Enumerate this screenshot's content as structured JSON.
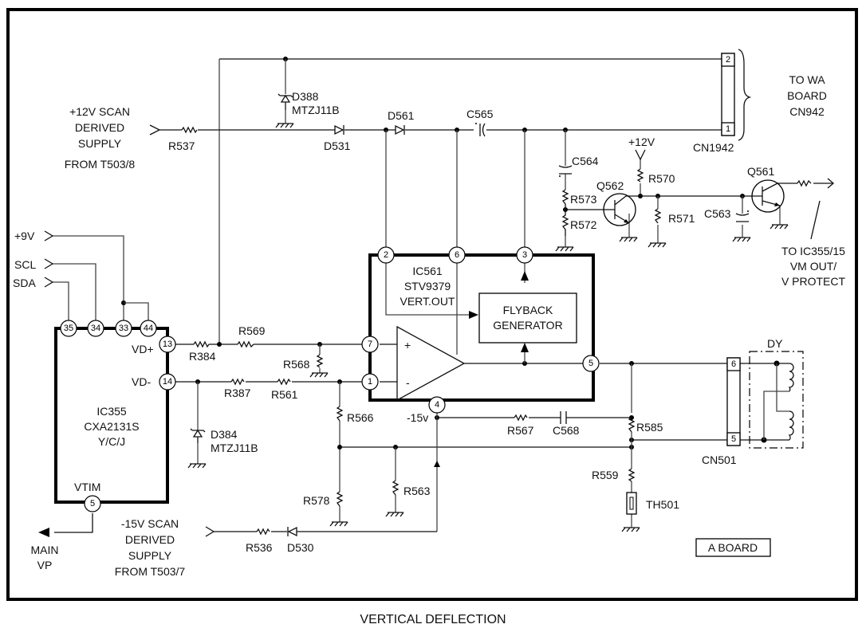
{
  "title": "VERTICAL DEFLECTION",
  "board_label": "A BOARD",
  "inputs": {
    "plus12v_scan": [
      "+12V SCAN",
      "DERIVED",
      "SUPPLY",
      "FROM T503/8"
    ],
    "minus15v_scan": [
      "-15V SCAN",
      "DERIVED",
      "SUPPLY",
      "FROM T503/7"
    ],
    "plus9v": "+9V",
    "scl": "SCL",
    "sda": "SDA",
    "plus12v": "+12V",
    "minus15v_node": "-15v"
  },
  "outputs": {
    "to_wa_board": [
      "TO WA",
      "BOARD",
      "CN942"
    ],
    "to_ic355": [
      "TO IC355/15",
      "VM OUT/",
      "V PROTECT"
    ],
    "main_vp": [
      "MAIN",
      "VP"
    ]
  },
  "ic355": {
    "name": [
      "IC355",
      "CXA2131S",
      "Y/C/J"
    ],
    "pins": {
      "p35": "35",
      "p34": "34",
      "p33": "33",
      "p44": "44",
      "p13": "13",
      "p14": "14",
      "p5": "5"
    },
    "vdplus": "VD+",
    "vdminus": "VD-",
    "vtim": "VTIM"
  },
  "ic561": {
    "name": [
      "IC561",
      "STV9379",
      "VERT.OUT"
    ],
    "pins": {
      "p2": "2",
      "p6": "6",
      "p3": "3",
      "p7": "7",
      "p1": "1",
      "p4": "4",
      "p5": "5"
    },
    "plus": "+",
    "minus": "-",
    "flyback": [
      "FLYBACK",
      "GENERATOR"
    ]
  },
  "connectors": {
    "cn1942": {
      "name": "CN1942",
      "pins": [
        "2",
        "1"
      ]
    },
    "cn501": {
      "name": "CN501",
      "pins": [
        "6",
        "5"
      ]
    },
    "dy": "DY"
  },
  "components": {
    "R537": "R537",
    "D531": "D531",
    "D388": "D388",
    "D388_type": "MTZJ11B",
    "D561": "D561",
    "C565": "C565",
    "C564": "C564",
    "R570": "R570",
    "R573": "R573",
    "R572": "R572",
    "Q562": "Q562",
    "R571": "R571",
    "C563": "C563",
    "Q561": "Q561",
    "R384": "R384",
    "R569": "R569",
    "R568": "R568",
    "R387": "R387",
    "R561": "R561",
    "D384": "D384",
    "D384_type": "MTZJ11B",
    "R566": "R566",
    "R567": "R567",
    "C568": "C568",
    "R585": "R585",
    "R559": "R559",
    "TH501": "TH501",
    "R578": "R578",
    "R563": "R563",
    "R536": "R536",
    "D530": "D530"
  }
}
